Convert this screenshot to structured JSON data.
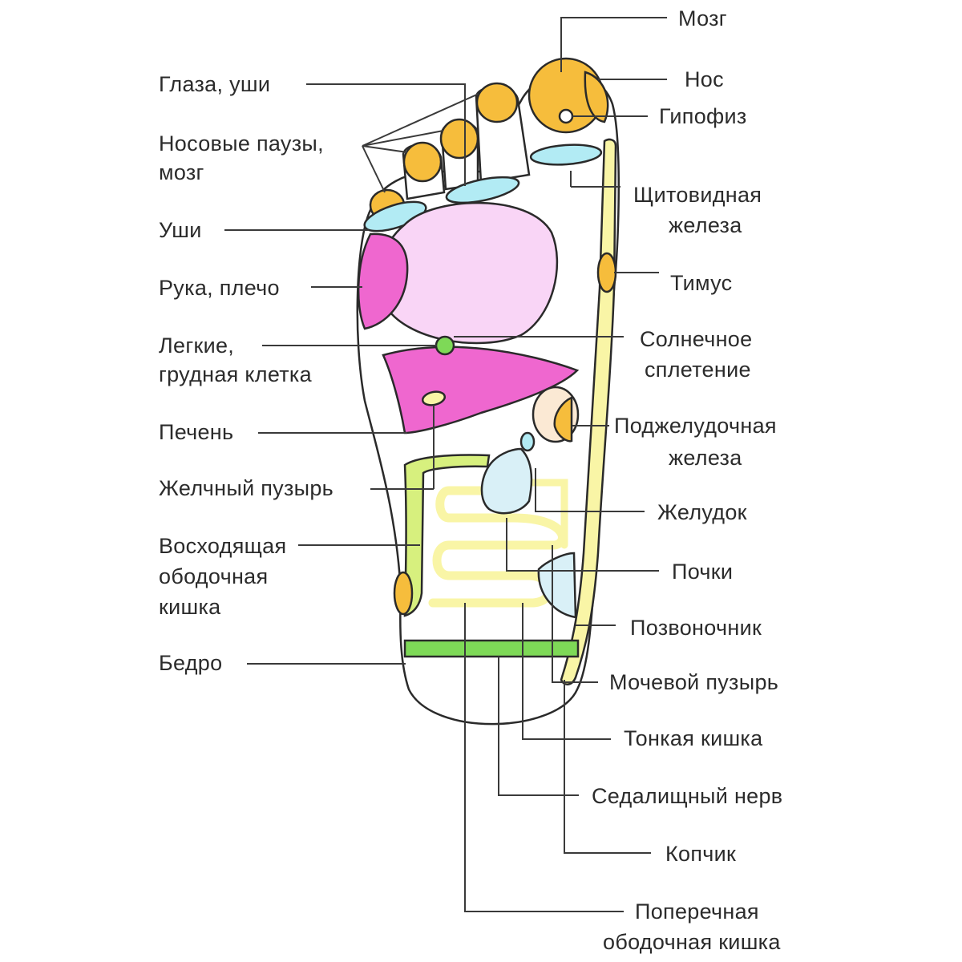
{
  "labels": {
    "brain": "Мозг",
    "nose": "Нос",
    "pituitary": "Гипофиз",
    "eyes_ears": "Глаза, уши",
    "sinuses_1": "Носовые паузы,",
    "sinuses_2": "мозг",
    "ears": "Уши",
    "arm_shoulder": "Рука, плечо",
    "lungs_1": "Легкие,",
    "lungs_2": "грудная клетка",
    "thyroid_1": "Щитовидная",
    "thyroid_2": "железа",
    "thymus": "Тимус",
    "solar_1": "Солнечное",
    "solar_2": "сплетение",
    "liver": "Печень",
    "pancreas_1": "Поджелудочная",
    "pancreas_2": "железа",
    "gallbladder": "Желчный пузырь",
    "stomach": "Желудок",
    "ascending_1": "Восходящая",
    "ascending_2": "ободочная",
    "ascending_3": "кишка",
    "kidneys": "Почки",
    "spine": "Позвоночник",
    "hip": "Бедро",
    "bladder": "Мочевой пузырь",
    "small_intestine": "Тонкая кишка",
    "sciatic": "Седалищный нерв",
    "coccyx": "Копчик",
    "transverse_1": "Поперечная",
    "transverse_2": "ободочная кишка"
  },
  "colors": {
    "yellow_orange": "#f6bd3c",
    "cyan": "#b2ebf4",
    "magenta": "#ef67cf",
    "light_pink": "#f9d5f6",
    "green": "#7ed957",
    "light_green": "#d7f07e",
    "pale_yellow": "#f9f5a6",
    "light_blue": "#d9f0f7",
    "beige": "#fbe9d4",
    "line": "#3a3a3a"
  }
}
